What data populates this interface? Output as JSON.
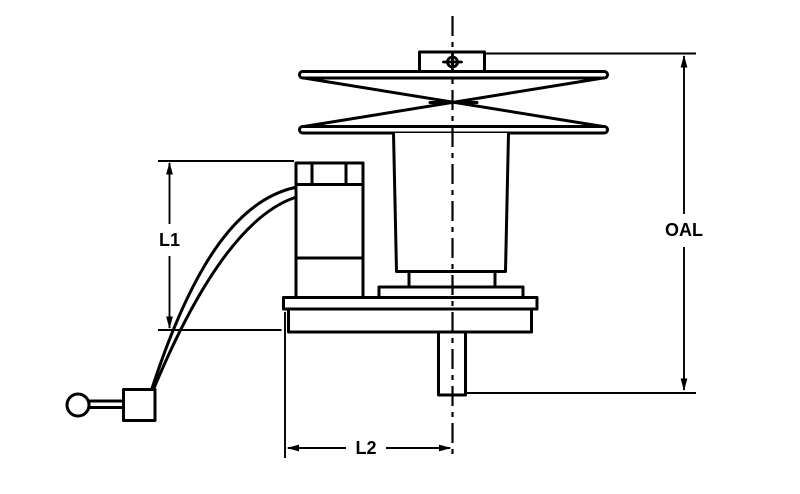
{
  "diagram": {
    "type": "technical-dimension-drawing",
    "subject": "winch-pulley-assembly-side-view",
    "background_color": "#ffffff",
    "line_color": "#000000",
    "labels": {
      "l1": "L1",
      "l2": "L2",
      "oal": "OAL"
    }
  }
}
